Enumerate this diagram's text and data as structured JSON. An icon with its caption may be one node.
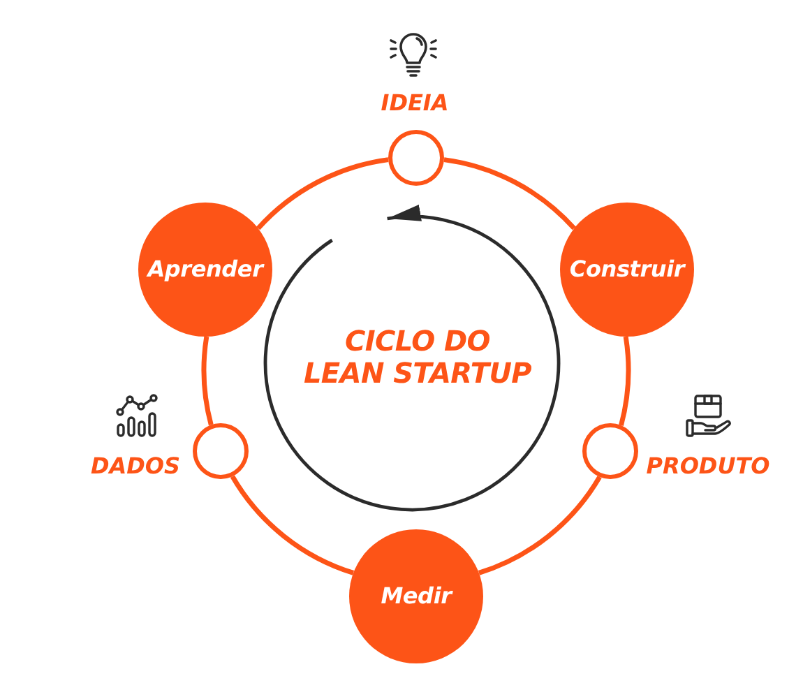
{
  "diagram": {
    "title": "CICLO DO LEAN STARTUP",
    "nodes": [
      {
        "text": [
          "IDEIA"
        ]
      },
      {
        "text": [
          "Aprender"
        ]
      },
      {
        "text": [
          "Construir"
        ]
      },
      {
        "text": [
          "DADOS"
        ]
      },
      {
        "text": [
          "PRODUTO"
        ]
      },
      {
        "text": [
          "Medir"
        ]
      }
    ],
    "edges": [
      {
        "from": 0,
        "to": 2,
        "arrow": "none"
      },
      {
        "from": 2,
        "to": 4,
        "arrow": "none"
      },
      {
        "from": 4,
        "to": 5,
        "arrow": "none"
      },
      {
        "from": 5,
        "to": 3,
        "arrow": "none"
      },
      {
        "from": 3,
        "to": 1,
        "arrow": "none"
      },
      {
        "from": 1,
        "to": 0,
        "arrow": "none"
      }
    ]
  }
}
